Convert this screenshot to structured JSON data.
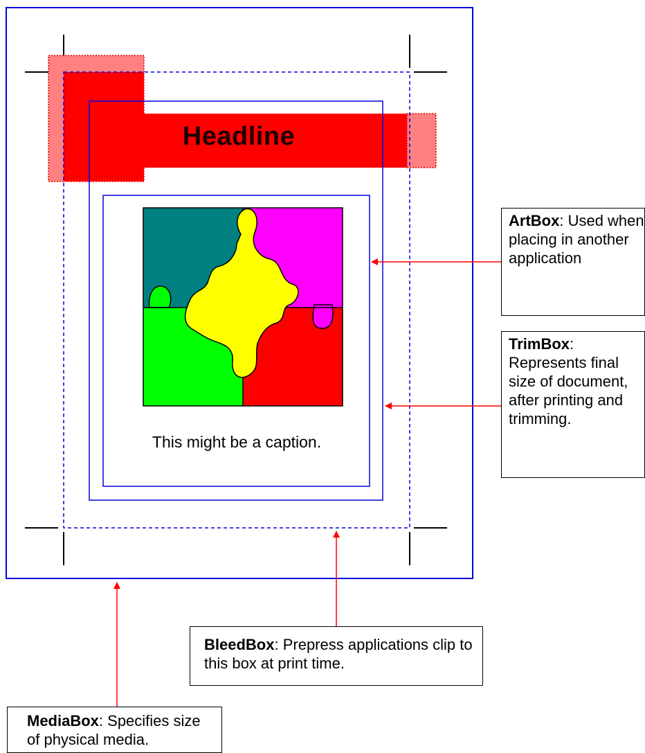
{
  "page": {
    "headline": "Headline",
    "caption": "This might be a caption."
  },
  "callouts": {
    "artbox": {
      "term": "ArtBox",
      "text": ": Used when placing in another application"
    },
    "trimbox": {
      "term": "TrimBox",
      "text": ": Represents final size of document, after printing and trimming."
    },
    "bleedbox": {
      "term": "BleedBox",
      "text": ": Prepress applications clip to this box at print time."
    },
    "mediabox": {
      "term": "MediaBox",
      "text": ": Specifies size of physical media."
    }
  },
  "colors": {
    "box_outline": "#0000dd",
    "arrow": "#ff0000",
    "headline_fill": "#ff0000",
    "bleed_overlap": "#ff8080",
    "puzzle_teal": "#008080",
    "puzzle_magenta": "#ff00ff",
    "puzzle_green": "#00ff00",
    "puzzle_red": "#ff0000",
    "puzzle_yellow": "#ffff00"
  }
}
